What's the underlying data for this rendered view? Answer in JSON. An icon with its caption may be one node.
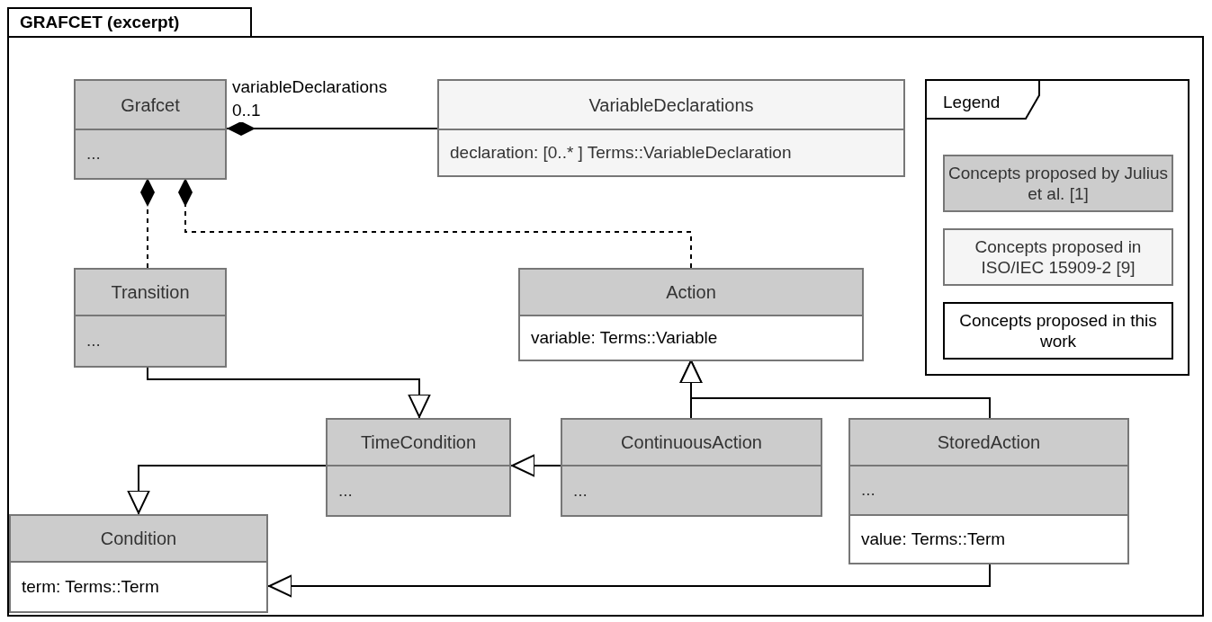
{
  "diagram": {
    "title": "GRAFCET (excerpt)",
    "nodes": [
      {
        "text": [
          "Grafcet",
          "..."
        ]
      },
      {
        "text": [
          "VariableDeclarations",
          "declaration: [0..* ] Terms::VariableDeclaration"
        ]
      },
      {
        "text": [
          "Transition",
          "..."
        ]
      },
      {
        "text": [
          "Action",
          "variable: Terms::Variable"
        ]
      },
      {
        "text": [
          "TimeCondition",
          "..."
        ]
      },
      {
        "text": [
          "ContinuousAction",
          "..."
        ]
      },
      {
        "text": [
          "StoredAction",
          "...",
          "value: Terms::Term"
        ]
      },
      {
        "text": [
          "Condition",
          "term: Terms::Term"
        ]
      }
    ],
    "edges": [
      {
        "from": 1,
        "to": 0,
        "arrow": "other",
        "label": "variableDeclarations 0..1"
      },
      {
        "from": 2,
        "to": 0,
        "arrow": "other",
        "style": "dashed"
      },
      {
        "from": 3,
        "to": 0,
        "arrow": "other",
        "style": "dashed"
      },
      {
        "from": 2,
        "to": 4,
        "arrow": "to"
      },
      {
        "from": 5,
        "to": 3,
        "arrow": "to"
      },
      {
        "from": 6,
        "to": 3,
        "arrow": "to"
      },
      {
        "from": 5,
        "to": 4,
        "arrow": "to"
      },
      {
        "from": 4,
        "to": 7,
        "arrow": "to"
      },
      {
        "from": 6,
        "to": 7,
        "arrow": "to"
      }
    ],
    "labels": [
      "Legend"
    ],
    "legend": [
      {
        "text": "Concepts proposed by Julius et al. [1]",
        "color": "#cccccc"
      },
      {
        "text": "Concepts proposed in ISO/IEC 15909-2 [9]",
        "color": "#f5f5f5"
      },
      {
        "text": "Concepts proposed in this work",
        "color": "#ffffff"
      }
    ]
  }
}
